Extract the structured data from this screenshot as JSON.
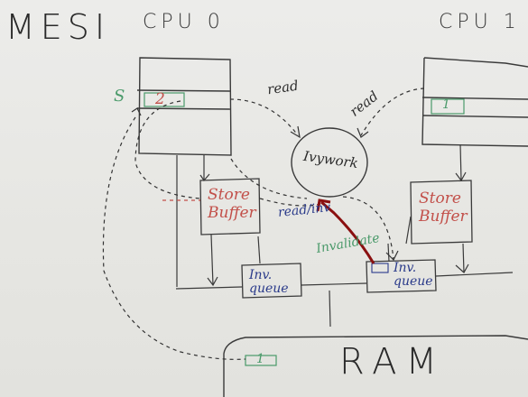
{
  "board": {
    "title": "MESI",
    "cpu0_label": "CPU 0",
    "cpu1_label": "CPU 1",
    "cpu0_line_state": "S",
    "cpu0_line_value": "2",
    "cpu1_line_value": "1",
    "interconnect_label": "Ivywork",
    "read_left": "read",
    "read_right": "read",
    "store_buffer_left": "Store\nBuffer",
    "store_buffer_right": "Store\nBuffer",
    "read_inv_label": "read/inv",
    "invalidate_label": "Invalidate",
    "inv_queue_left": "Inv.\nqueue",
    "inv_queue_right": "Inv.\nqueue",
    "ram_label": "RAM",
    "ram_value": "1",
    "colors": {
      "marker_black": "#2c2c2c",
      "marker_red": "#c2504a",
      "marker_blue": "#2a3a8a",
      "marker_green": "#4a9a6a",
      "arrow_dark_red": "#8a1010"
    }
  }
}
